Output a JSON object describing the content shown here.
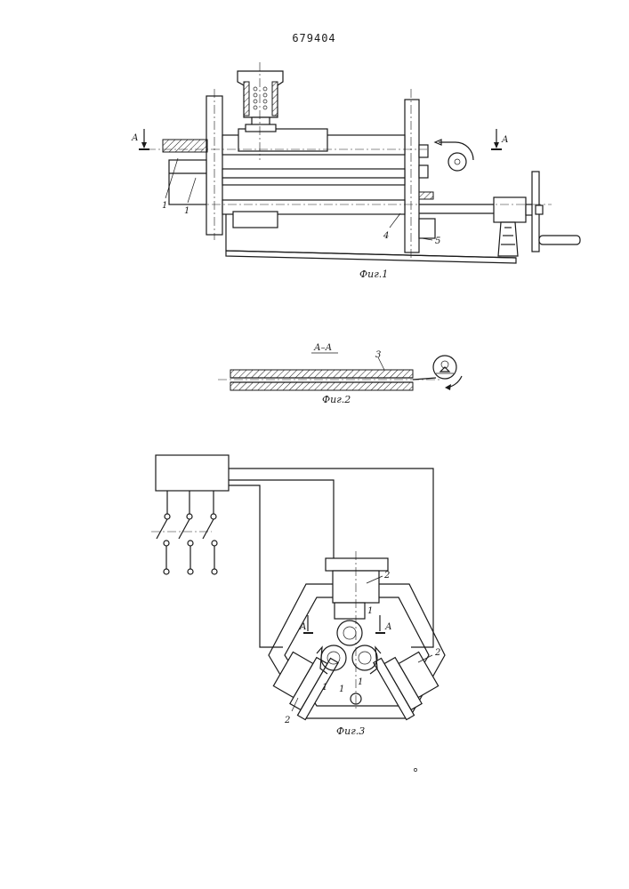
{
  "document": {
    "patent_number": "679404"
  },
  "fig1": {
    "caption": "Фиг.1",
    "section_mark_left": "А",
    "section_mark_right": "А",
    "labels": [
      "1",
      "1",
      "4",
      "5"
    ]
  },
  "fig2": {
    "section_title": "А–А",
    "caption": "Фиг.2",
    "labels": [
      "3"
    ]
  },
  "fig3": {
    "caption": "Фиг.3",
    "section_mark_left": "А",
    "section_mark_right": "А",
    "labels": [
      "2",
      "1",
      "2",
      "2",
      "1",
      "1",
      "1"
    ]
  }
}
